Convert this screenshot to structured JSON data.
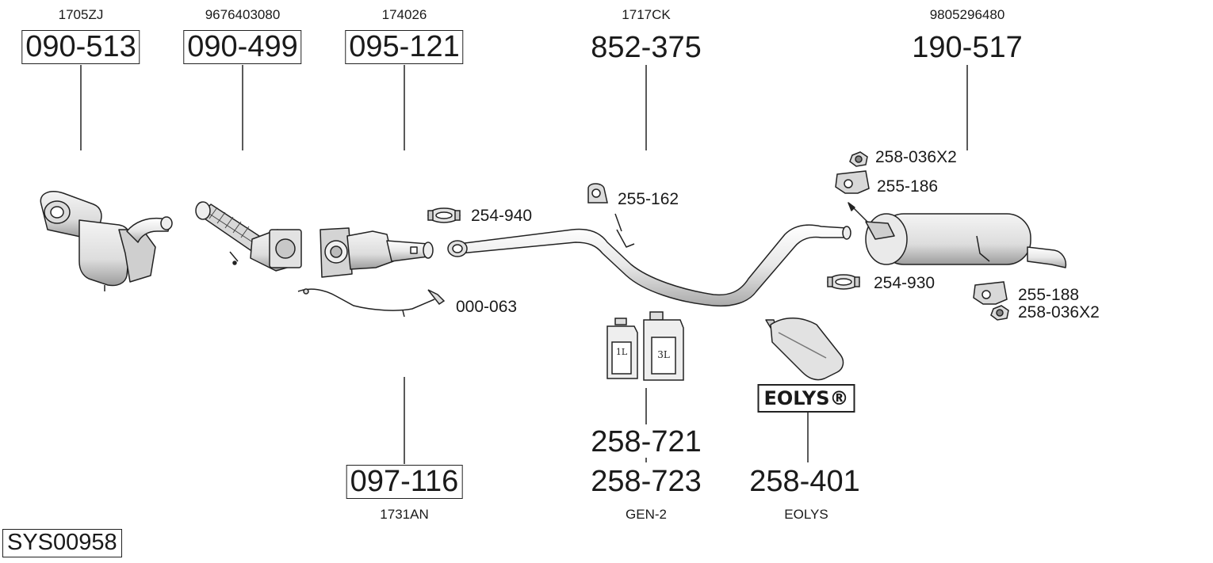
{
  "oe_top": {
    "a": "1705ZJ",
    "b": "9676403080",
    "c": "174026",
    "d": "1717CK",
    "e": "9805296480"
  },
  "parts_top": {
    "a": "090-513",
    "b": "090-499",
    "c": "095-121",
    "d": "852-375",
    "e": "190-517"
  },
  "small_parts": {
    "p254_940": "254-940",
    "p255_162": "255-162",
    "p000_063": "000-063",
    "p258_036_top": "258-036X2",
    "p255_186": "255-186",
    "p254_930": "254-930",
    "p255_188": "255-188",
    "p258_036_bottom": "258-036X2"
  },
  "parts_bottom": {
    "p097_116": "097-116",
    "p258_721": "258-721",
    "p258_723": "258-723",
    "p258_401": "258-401"
  },
  "oe_bottom": {
    "f": "1731AN",
    "g": "GEN-2",
    "h": "EOLYS"
  },
  "containers": {
    "small_label": "1L",
    "large_label": "3L"
  },
  "eolys_badge": "EOLYS®",
  "system_id": "SYS00958",
  "colors": {
    "line": "#222222",
    "part_fill": "#e6e6e6",
    "part_shade": "#bdbdbd"
  }
}
